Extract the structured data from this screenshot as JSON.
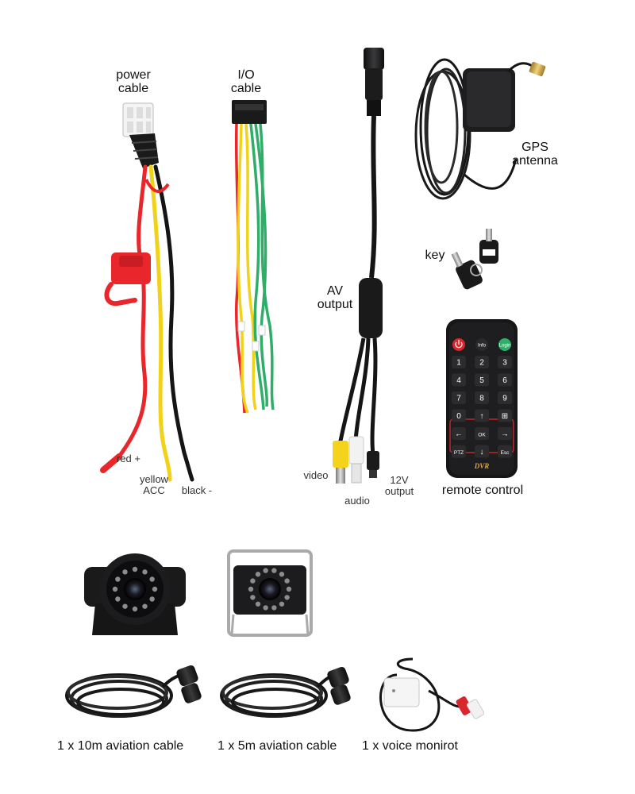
{
  "labels": {
    "power_cable_1": "power",
    "power_cable_2": "cable",
    "io_cable_1": "I/O",
    "io_cable_2": "cable",
    "av_output_1": "AV",
    "av_output_2": "output",
    "gps_antenna_1": "GPS",
    "gps_antenna_2": "antenna",
    "key": "key",
    "remote_control": "remote control",
    "red_plus": "red +",
    "yellow_acc_1": "yellow",
    "yellow_acc_2": "ACC",
    "black_minus": "black -",
    "video": "video",
    "audio": "audio",
    "out_12v_1": "12V",
    "out_12v_2": "output",
    "cable_10m": "1 x 10m aviation cable",
    "cable_5m": "1 x 5m aviation cable",
    "voice_monitor": "1 x voice monirot"
  },
  "remote": {
    "top_keys": [
      "",
      "Info",
      "Login"
    ],
    "grid": [
      "1",
      "2",
      "3",
      "4",
      "5",
      "6",
      "7",
      "8",
      "9",
      "0",
      "↑",
      "⊞",
      "←",
      "OK",
      "→",
      "PTZ",
      "↓",
      "Esc"
    ],
    "brand": "DVR"
  },
  "colors": {
    "wire_red": "#e8262b",
    "wire_yellow": "#f2d219",
    "wire_black": "#151515",
    "wire_green": "#2fae6a",
    "wire_white": "#eeeeee",
    "rca_yellow": "#f4d31a",
    "rca_red": "#d8262c",
    "device_black": "#1d1d1f"
  }
}
